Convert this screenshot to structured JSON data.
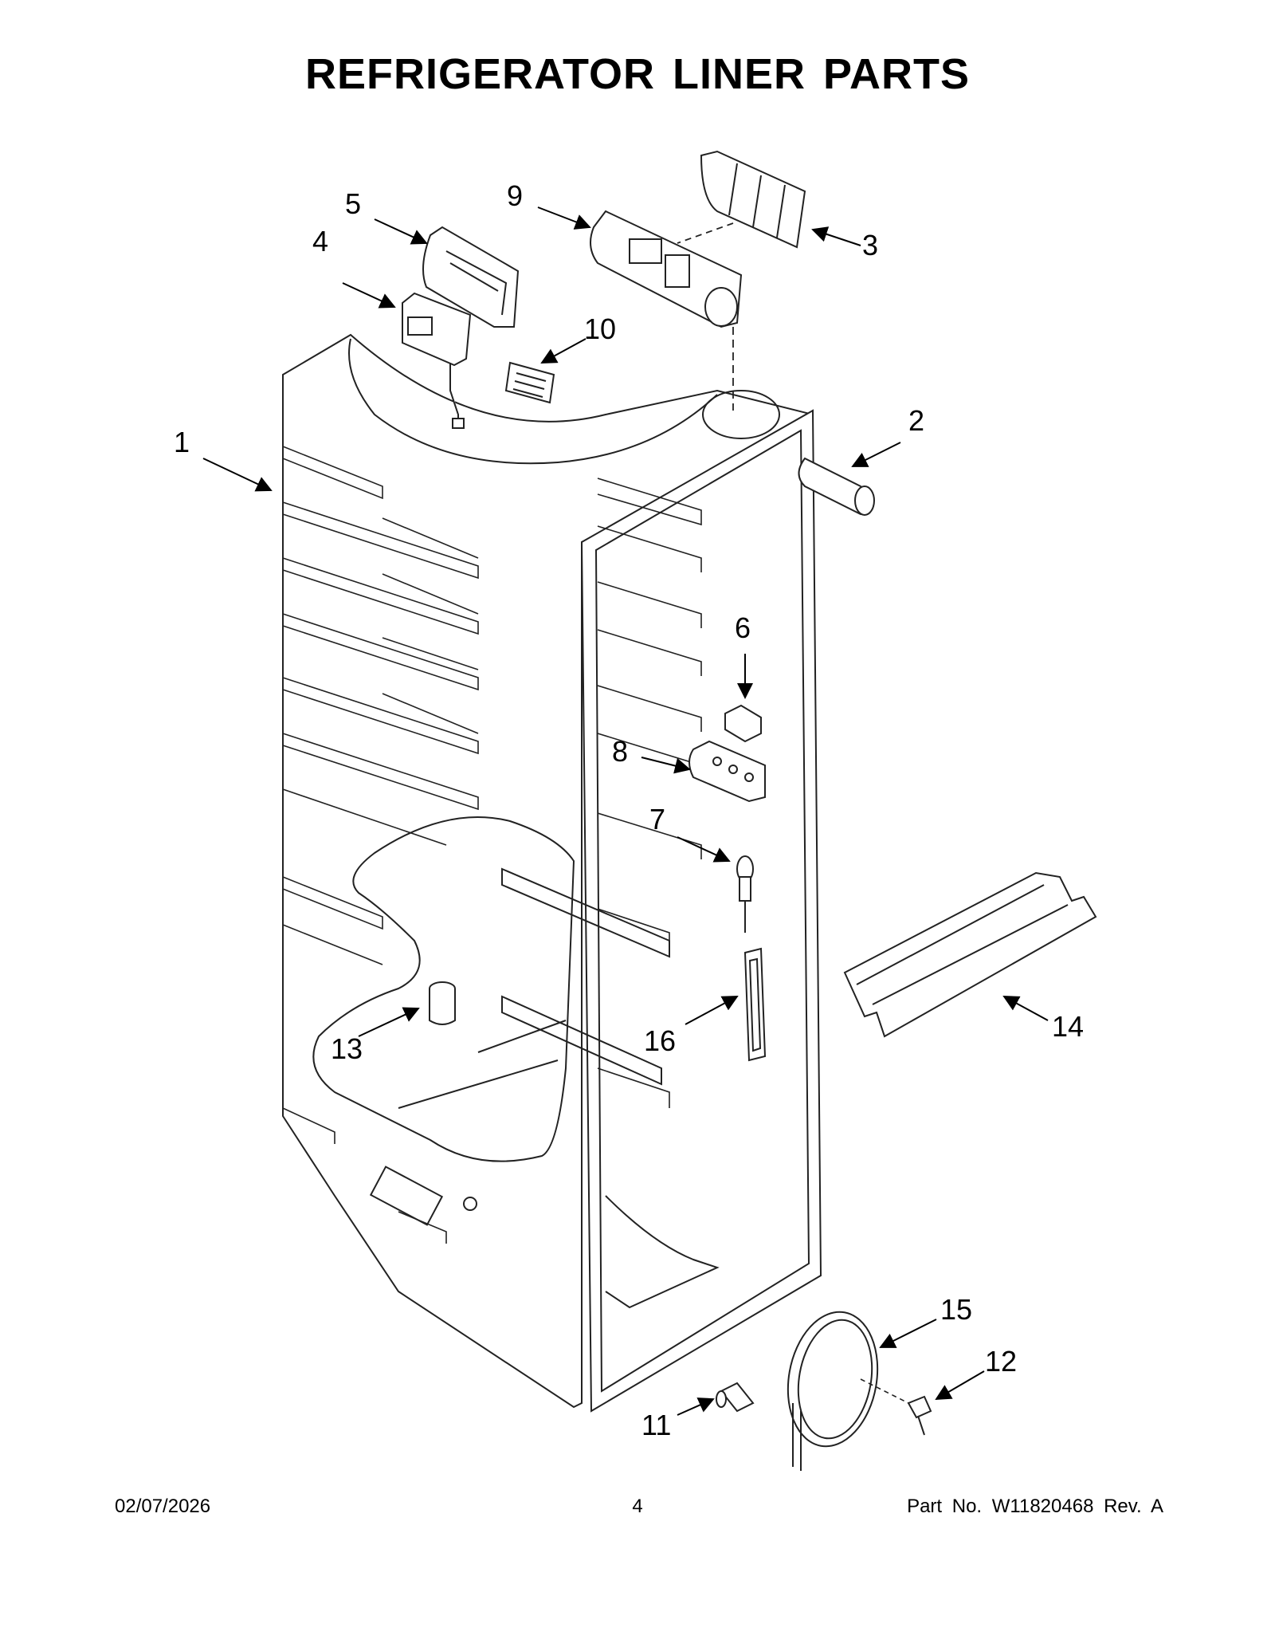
{
  "title": "REFRIGERATOR LINER PARTS",
  "callouts": [
    {
      "id": "1",
      "label": "1"
    },
    {
      "id": "2",
      "label": "2"
    },
    {
      "id": "3",
      "label": "3"
    },
    {
      "id": "4",
      "label": "4"
    },
    {
      "id": "5",
      "label": "5"
    },
    {
      "id": "6",
      "label": "6"
    },
    {
      "id": "7",
      "label": "7"
    },
    {
      "id": "8",
      "label": "8"
    },
    {
      "id": "9",
      "label": "9"
    },
    {
      "id": "10",
      "label": "10"
    },
    {
      "id": "11",
      "label": "11"
    },
    {
      "id": "12",
      "label": "12"
    },
    {
      "id": "13",
      "label": "13"
    },
    {
      "id": "14",
      "label": "14"
    },
    {
      "id": "15",
      "label": "15"
    },
    {
      "id": "16",
      "label": "16"
    }
  ],
  "footer": {
    "date": "02/07/2026",
    "page": "4",
    "part_number": "Part No.  W11820468   Rev.  A"
  }
}
